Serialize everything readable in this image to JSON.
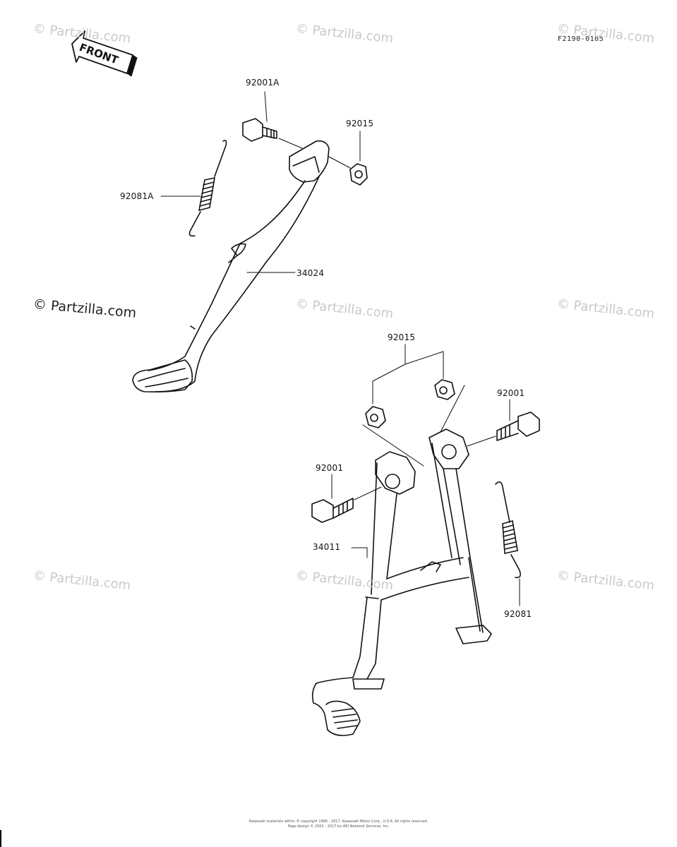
{
  "diagram_code": "F2190-0105",
  "front_label": "FRONT",
  "watermark": "© Partzilla.com",
  "labels": {
    "bolt_side": "92001A",
    "nut_side": "92015",
    "spring_side": "92081A",
    "side_stand": "34024",
    "nuts_main": "92015",
    "bolt_right": "92001",
    "bolt_left": "92001",
    "main_stand": "34011",
    "spring_main": "92081"
  },
  "footer": {
    "line1": "Kawasaki materials within ® copyright 1966 - 2017, Kawasaki Motor Corp., U.S.A. All rights reserved.",
    "line2": "Page design © 2001 - 2017 by ARI Network Services, Inc."
  }
}
